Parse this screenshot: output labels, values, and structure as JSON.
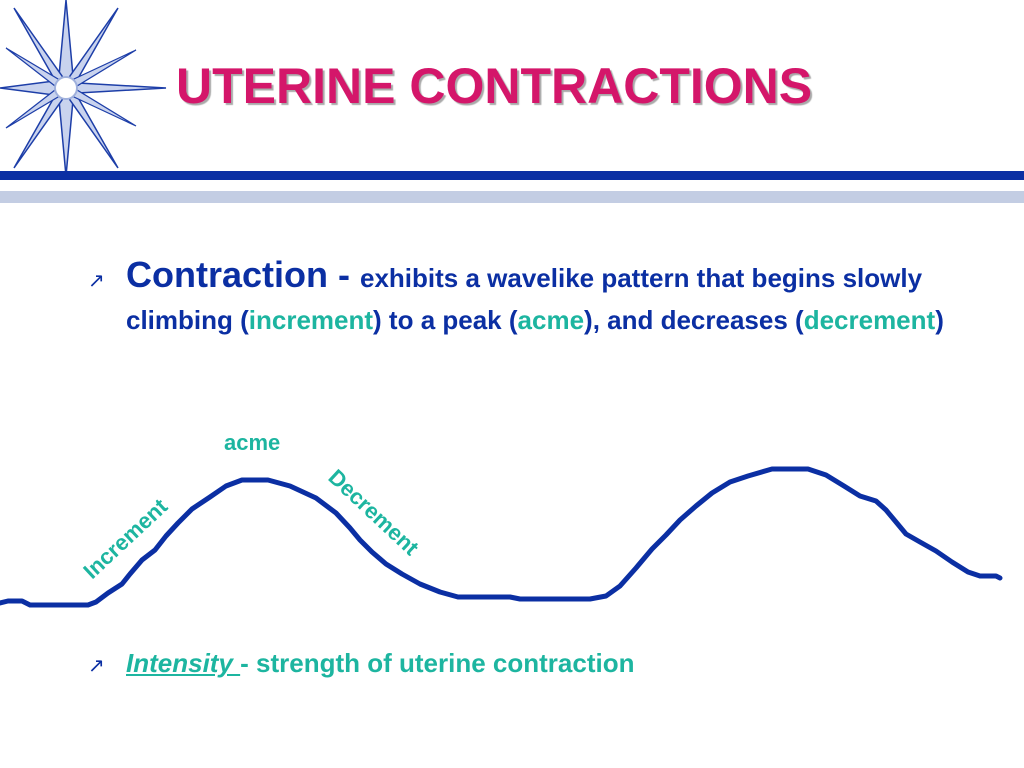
{
  "title": "UTERINE CONTRACTIONS",
  "bullet_icon": "arrow-up-right-icon",
  "colors": {
    "title": "#d4166a",
    "body": "#0b2fa3",
    "accent": "#1db5a0",
    "rule_thick": "#0b2fa3",
    "rule_thin": "#c3cde3"
  },
  "bullets": [
    {
      "lead": "Contraction - ",
      "text_1": "exhibits a wavelike pattern that begins slowly climbing (",
      "term_1": "increment",
      "text_2": ") to a peak (",
      "term_2": "acme",
      "text_3": "), and decreases (",
      "term_3": "decrement",
      "text_4": ")"
    },
    {
      "term": "Intensity ",
      "text": "- strength of uterine contraction"
    }
  ],
  "diagram": {
    "label_acme": "acme",
    "label_increment": "Increment",
    "label_decrement": "Decrement"
  }
}
